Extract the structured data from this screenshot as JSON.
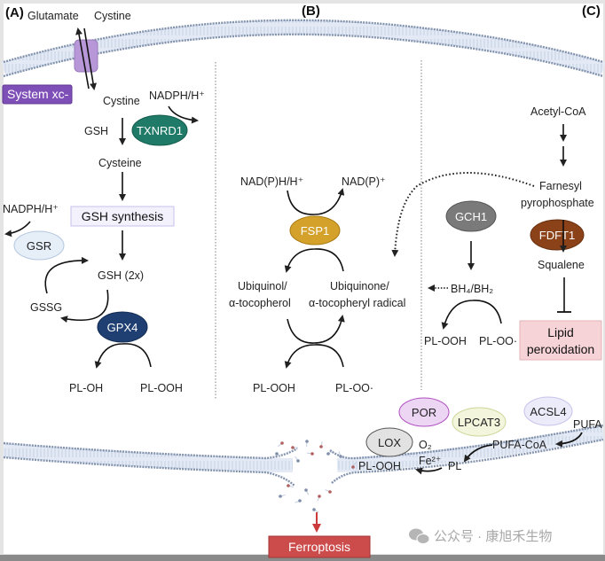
{
  "panels": {
    "a": {
      "letter": "(A)",
      "glutamate": "Glutamate",
      "cystine_out": "Cystine",
      "system_xc": "System xc-",
      "cystine_in": "Cystine",
      "nadph_1": "NADPH/H⁺",
      "gsh": "GSH",
      "txnrd1": "TXNRD1",
      "cysteine": "Cysteine",
      "nadph_2": "NADPH/H⁺",
      "gsh_synthesis": "GSH synthesis",
      "gsr": "GSR",
      "gsh_2x": "GSH (2x)",
      "gssg": "GSSG",
      "gpx4": "GPX4",
      "pl_oh": "PL-OH",
      "pl_ooh": "PL-OOH"
    },
    "b": {
      "letter": "(B)",
      "nadph": "NAD(P)H/H⁺",
      "nadp": "NAD(P)⁺",
      "fsp1": "FSP1",
      "ubiquinol_1": "Ubiquinol/",
      "ubiquinol_2": "α-tocopherol",
      "ubiquinone_1": "Ubiquinone/",
      "ubiquinone_2": "α-tocopheryl  radical",
      "pl_ooh": "PL-OOH",
      "pl_oo": "PL-OO·"
    },
    "c": {
      "letter": "(C)",
      "acetyl_coa": "Acetyl-CoA",
      "farnesyl_1": "Farnesyl",
      "farnesyl_2": "pyrophosphate",
      "gch1": "GCH1",
      "fdft1": "FDFT1",
      "squalene": "Squalene",
      "bh4_bh2": "BH₄/BH₂",
      "pl_ooh": "PL-OOH",
      "pl_oo": "PL-OO·",
      "lipid_1": "Lipid",
      "lipid_2": "peroxidation"
    },
    "bottom": {
      "por": "POR",
      "lpcat3": "LPCAT3",
      "acsl4": "ACSL4",
      "pufa": "PUFA",
      "lox": "LOX",
      "o2": "O₂",
      "fe": "Fe²⁺",
      "pufa_coa": "PUFA-CoA",
      "pl": "PL",
      "pl_ooh": "PL-OOH",
      "ferroptosis": "Ferroptosis"
    }
  },
  "watermark": "公众号 · 康旭禾生物",
  "colors": {
    "system_xc": "#7e4fb6",
    "txnrd1": "#1f7a68",
    "gsr": "#e6eef8",
    "gpx4": "#1f3f72",
    "fsp1": "#d4a12a",
    "gch1": "#7a7a7a",
    "fdft1": "#8c4219",
    "por": "#ecd6f3",
    "lpcat3": "#f3f6dc",
    "acsl4": "#ecebfa",
    "lox": "#e2e2e2",
    "lipid_box": "#f6d3d6",
    "ferroptosis": "#cc4b4b",
    "membrane": "#7e8ea8"
  }
}
